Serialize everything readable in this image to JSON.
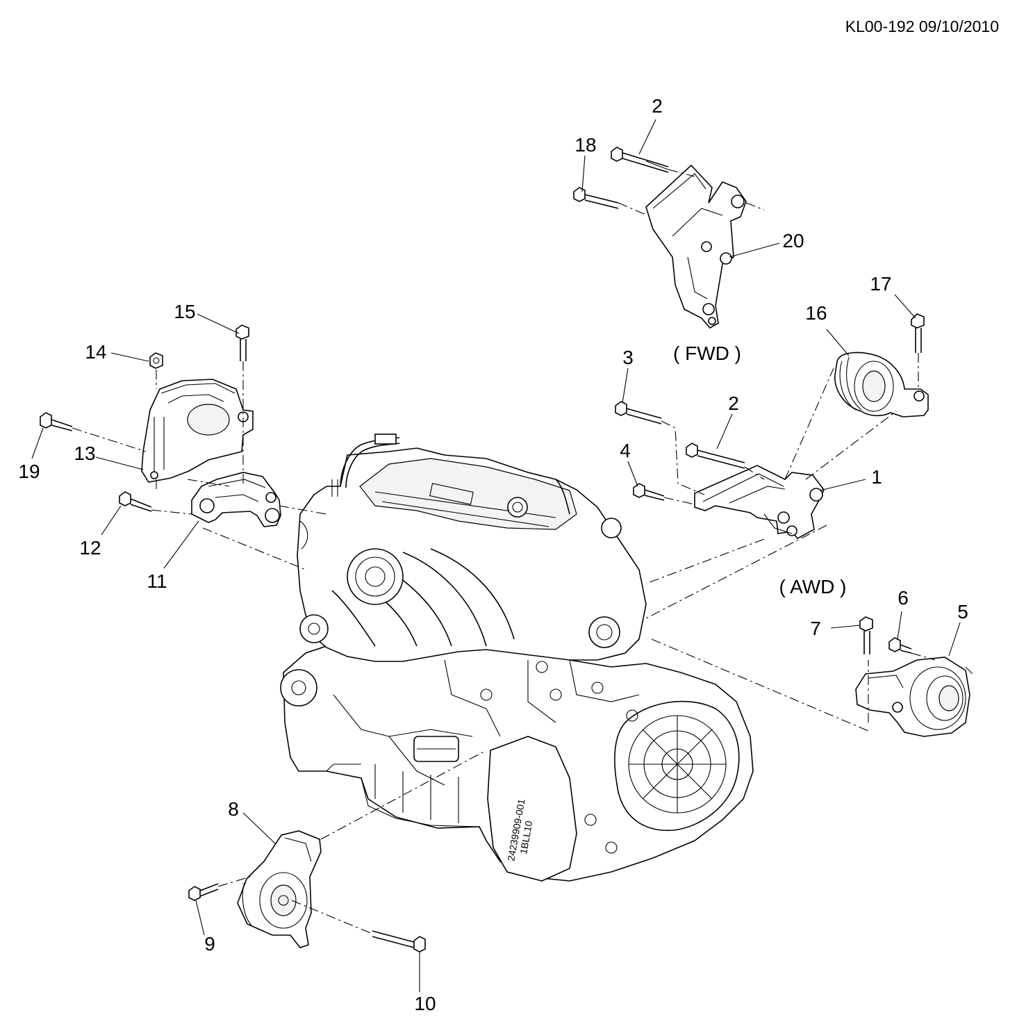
{
  "document_id": "KL00-192 09/10/2010",
  "variants": {
    "fwd": "( FWD )",
    "awd": "( AWD )"
  },
  "callouts": {
    "c1": "1",
    "c2a": "2",
    "c2b": "2",
    "c3": "3",
    "c4": "4",
    "c5": "5",
    "c6": "6",
    "c7": "7",
    "c8": "8",
    "c9": "9",
    "c10": "10",
    "c11": "11",
    "c12": "12",
    "c13": "13",
    "c14": "14",
    "c15": "15",
    "c16": "16",
    "c17": "17",
    "c18": "18",
    "c19": "19",
    "c20": "20"
  }
}
